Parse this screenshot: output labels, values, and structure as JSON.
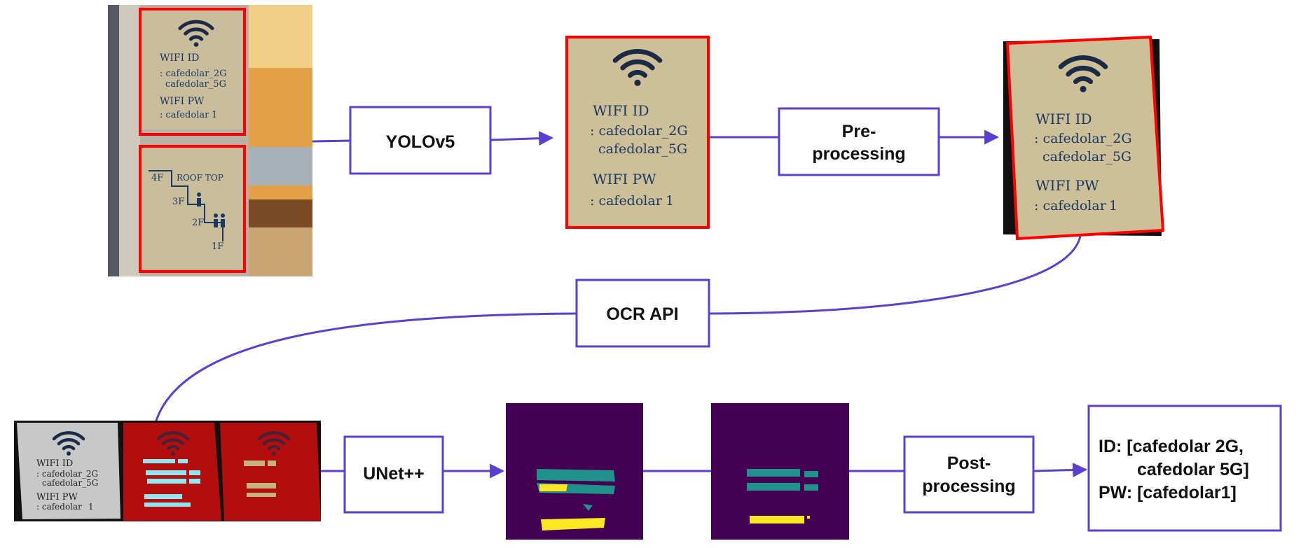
{
  "colors": {
    "accent": "#5b3fd1",
    "detection_box": "#ff0000",
    "mask_background": "#440154",
    "mask_teal": "#21918c",
    "mask_yellow": "#fde725",
    "sign_paper": "#cdbf97",
    "sign_ink": "#1b3a63"
  },
  "icons": [
    "wifi-icon",
    "restroom-icon"
  ],
  "steps": {
    "yolo": "YOLOv5",
    "preprocessing": [
      "Pre-",
      "processing"
    ],
    "ocr": "OCR API",
    "unet": "UNet++",
    "postprocessing": [
      "Post-",
      "processing"
    ]
  },
  "sign": {
    "wifi_id_label": "WIFI ID",
    "id_line_1": ": cafedolar_2G",
    "id_line_2": "cafedolar_5G",
    "wifi_pw_label": "WIFI PW",
    "pw_line": ": cafedolar"
  },
  "floor_sign": {
    "top_label": "4F",
    "roof_label": "ROOF TOP",
    "floor_3": "3F",
    "floor_2": "2F",
    "floor_1": "1F"
  },
  "result": {
    "line_1": "ID: [cafedolar 2G,",
    "line_2": "cafedolar 5G]",
    "line_3": "PW: [cafedolar1]"
  }
}
